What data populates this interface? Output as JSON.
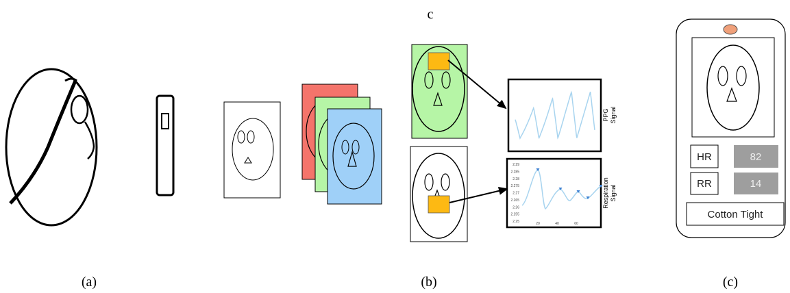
{
  "top_label": "c",
  "captions": {
    "a": "(a)",
    "b": "(b)",
    "c": "(c)"
  },
  "signals": {
    "ppg": {
      "line1": "PPG",
      "line2": "Signal"
    },
    "resp": {
      "line1": "Respiration",
      "line2": "Signal"
    }
  },
  "resp_ticks": [
    "2.29",
    "2.285",
    "2.28",
    "2.275",
    "2.27",
    "2.265",
    "2.26",
    "2.255",
    "2.25"
  ],
  "resp_xticks": [
    "20",
    "40",
    "60"
  ],
  "phone": {
    "hr_label": "HR",
    "hr_value": "82",
    "rr_label": "RR",
    "rr_value": "14",
    "clothing": "Cotton Tight"
  },
  "colors": {
    "frame_red": "#f4746b",
    "frame_green": "#b6f5a6",
    "frame_blue": "#9fd0f8",
    "roi": "#fdb913",
    "signal_line": "#a8d4ef",
    "value_box": "#9e9e9e",
    "camera_dot": "#f0a07a"
  }
}
